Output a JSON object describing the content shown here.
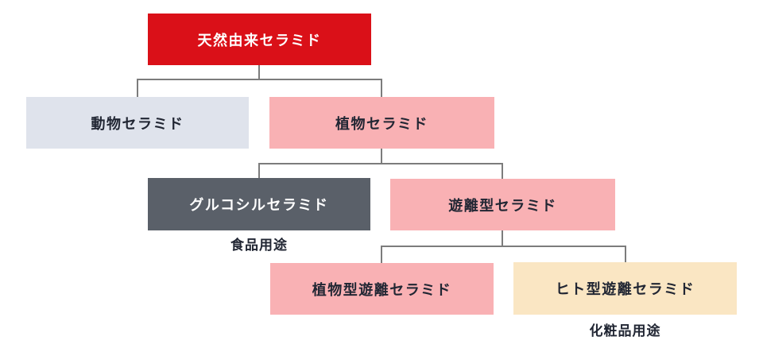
{
  "colors": {
    "red": "#da1018",
    "light_gray": "#dfe3ec",
    "pink": "#f9b1b4",
    "dark_slate": "#5a6069",
    "beige": "#fae6c3",
    "line": "#7c7c7c",
    "dark_text": "#212633",
    "white_text": "#ffffff"
  },
  "nodes": [
    {
      "label": "天然由来セラミド"
    },
    {
      "label": "動物セラミド"
    },
    {
      "label": "植物セラミド"
    },
    {
      "label": "グルコシルセラミド"
    },
    {
      "label": "遊離型セラミド"
    },
    {
      "label": "植物型遊離セラミド"
    },
    {
      "label": "ヒト型遊離セラミド"
    }
  ],
  "annotations": {
    "food_use": "食品用途",
    "cosmetics_use": "化粧品用途"
  },
  "hierarchy": {
    "天然由来セラミド": [
      "動物セラミド",
      "植物セラミド"
    ],
    "植物セラミド": [
      "グルコシルセラミド",
      "遊離型セラミド"
    ],
    "遊離型セラミド": [
      "植物型遊離セラミド",
      "ヒト型遊離セラミド"
    ]
  }
}
